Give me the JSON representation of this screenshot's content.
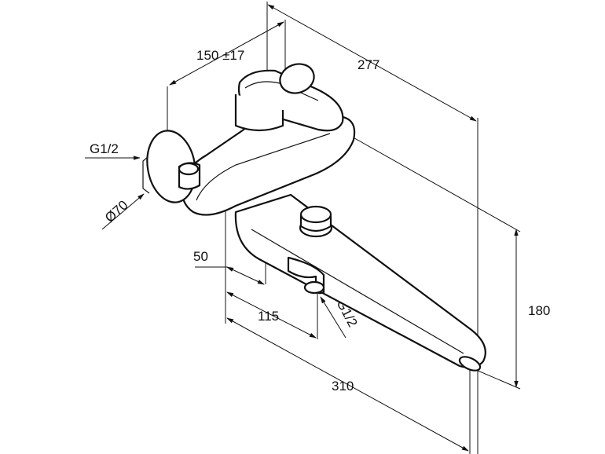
{
  "dimensions": {
    "dim_277": "277",
    "dim_150": "150 ±17",
    "dim_g12_left": "G1/2",
    "dim_d70": "Ø70",
    "dim_50": "50",
    "dim_115": "115",
    "dim_g12_bottom": "G1/2",
    "dim_180": "180",
    "dim_310": "310"
  }
}
